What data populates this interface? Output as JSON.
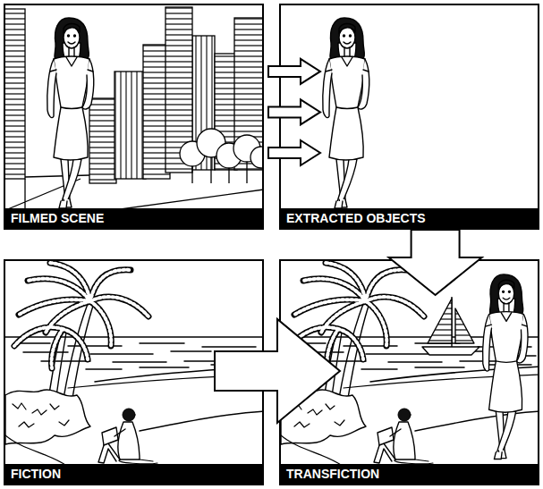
{
  "diagram": {
    "nodes": [
      {
        "text": [
          "FILMED SCENE"
        ]
      },
      {
        "text": [
          "EXTRACTED OBJECTS"
        ]
      },
      {
        "text": [
          "FICTION"
        ]
      },
      {
        "text": [
          "TRANSFICTION"
        ]
      }
    ],
    "edges": [
      {
        "from": 0,
        "to": 1,
        "arrow": "to"
      },
      {
        "from": 0,
        "to": 1,
        "arrow": "to"
      },
      {
        "from": 0,
        "to": 1,
        "arrow": "to"
      },
      {
        "from": 1,
        "to": 3,
        "arrow": "to"
      },
      {
        "from": 2,
        "to": 3,
        "arrow": "to"
      }
    ]
  }
}
